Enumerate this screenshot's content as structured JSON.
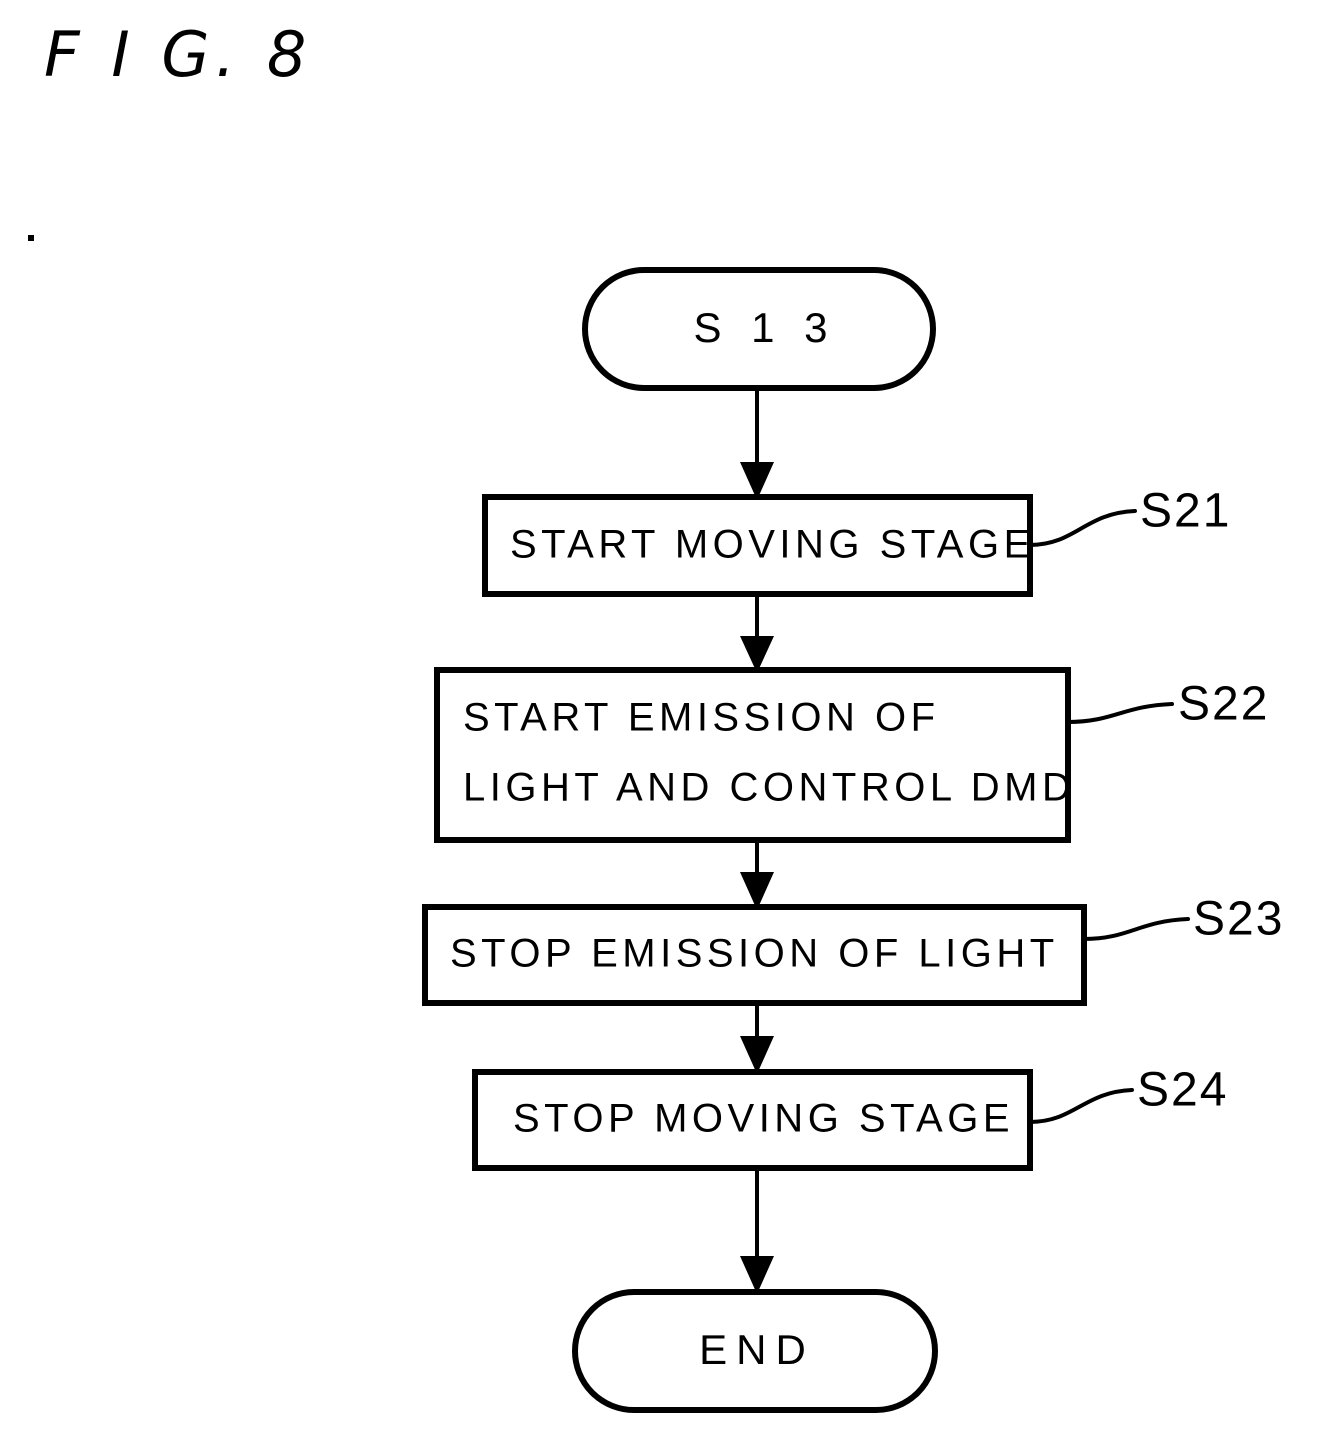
{
  "figure": {
    "title": "F I G. 8",
    "title_plain": "FIG. 8"
  },
  "flowchart": {
    "type": "flowchart",
    "orientation": "top-to-bottom",
    "start_terminal": {
      "label": "S 1 3",
      "shape": "stadium"
    },
    "end_terminal": {
      "label": "END",
      "shape": "stadium"
    },
    "steps": [
      {
        "ref": "S21",
        "lines": [
          "START MOVING STAGE"
        ],
        "shape": "rectangle"
      },
      {
        "ref": "S22",
        "lines": [
          "START EMISSION OF",
          "LIGHT AND CONTROL DMD"
        ],
        "shape": "rectangle"
      },
      {
        "ref": "S23",
        "lines": [
          "STOP EMISSION OF LIGHT"
        ],
        "shape": "rectangle"
      },
      {
        "ref": "S24",
        "lines": [
          "STOP MOVING STAGE"
        ],
        "shape": "rectangle"
      }
    ],
    "connector_count": 5,
    "colors": {
      "line": "#000000",
      "background": "#ffffff",
      "text": "#000000"
    }
  }
}
